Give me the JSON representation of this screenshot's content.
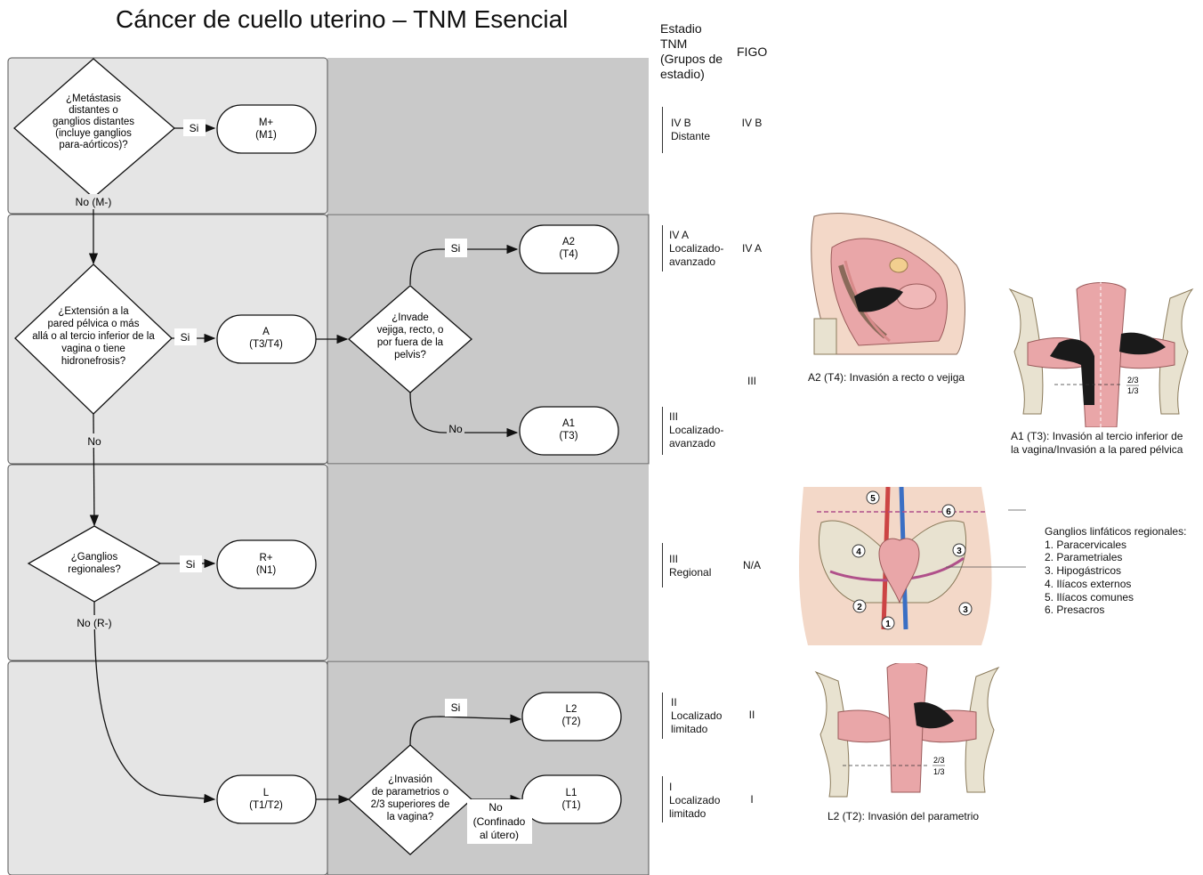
{
  "title": "Cáncer de cuello uterino – TNM Esencial",
  "headers": {
    "stage_tnm": [
      "Estadio",
      "TNM",
      "(Grupos de",
      "estadio)"
    ],
    "figo": "FIGO"
  },
  "decisions": {
    "m": [
      "¿Metástasis",
      "distantes o",
      "ganglios distantes",
      "(incluye ganglios",
      "para-aórticos)?"
    ],
    "a": [
      "¿Extensión a la",
      "pared pélvica o más",
      "allá o al tercio inferior de la",
      "vagina o tiene",
      "hidronefrosis?"
    ],
    "t4": [
      "¿Invade",
      "vejiga, recto, o",
      "por fuera de la",
      "pelvis?"
    ],
    "r": [
      "¿Ganglios",
      "regionales?"
    ],
    "l": [
      "¿Invasión",
      "de parametrios o",
      "2/3 superiores de",
      "la vagina?"
    ]
  },
  "outcomes": {
    "m1": [
      "M+",
      "(M1)"
    ],
    "a2": [
      "A2",
      "(T4)"
    ],
    "a": [
      "A",
      "(T3/T4)"
    ],
    "a1": [
      "A1",
      "(T3)"
    ],
    "r": [
      "R+",
      "(N1)"
    ],
    "l2": [
      "L2",
      "(T2)"
    ],
    "l": [
      "L",
      "(T1/T2)"
    ],
    "l1": [
      "L1",
      "(T1)"
    ]
  },
  "edge_labels": {
    "si": "Si",
    "no": "No",
    "no_m": "No (M-)",
    "no_r": "No (R-)",
    "confined": [
      "(Confinado",
      "al útero)"
    ]
  },
  "stages": [
    {
      "lines": [
        "IV B",
        "Distante"
      ],
      "figo": "IV B"
    },
    {
      "lines": [
        "IV A",
        "Localizado-",
        "avanzado"
      ],
      "figo": "IV A"
    },
    {
      "lines": [
        "III",
        "Localizado-",
        "avanzado"
      ],
      "figo": "III"
    },
    {
      "lines": [
        "III",
        "Regional"
      ],
      "figo": "N/A"
    },
    {
      "lines": [
        "II",
        "Localizado",
        "limitado"
      ],
      "figo": "II"
    },
    {
      "lines": [
        "I",
        "Localizado",
        "limitado"
      ],
      "figo": "I"
    }
  ],
  "captions": {
    "a2": "A2 (T4): Invasión a recto o vejiga",
    "a1": [
      "A1 (T3): Invasión al tercio inferior de",
      "la vagina/Invasión a la pared pélvica"
    ],
    "l2": "L2 (T2): Invasión del parametrio"
  },
  "fractions": {
    "upper": "2/3",
    "lower": "1/3"
  },
  "lymph_nodes": {
    "title": "Ganglios linfáticos regionales:",
    "items": [
      "1. Paracervicales",
      "2. Parametriales",
      "3. Hipogástricos",
      "4. Ilíacos externos",
      "5. Ilíacos comunes",
      "6. Presacros"
    ],
    "markers": [
      "1",
      "2",
      "3",
      "3",
      "4",
      "5",
      "6"
    ]
  },
  "colors": {
    "band_light": "#e5e5e5",
    "band_dark": "#c9c9c9",
    "tissue": "#e9a6a8",
    "tumor": "#1a1a1a",
    "bone": "#e8e2d0"
  }
}
